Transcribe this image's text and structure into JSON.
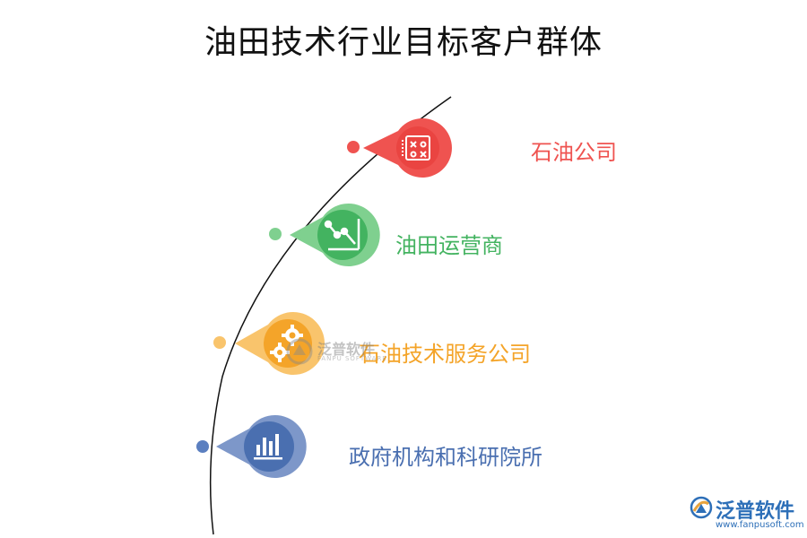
{
  "title": "油田技术行业目标客户群体",
  "items": [
    {
      "label": "石油公司",
      "color": "#ef5350",
      "light": "#f58b85",
      "icon": "strategy-board-icon"
    },
    {
      "label": "油田运营商",
      "color": "#43b360",
      "light": "#7fd08f",
      "icon": "line-chart-icon"
    },
    {
      "label": "石油技术服务公司",
      "color": "#f4a429",
      "light": "#f9c46c",
      "icon": "gears-icon"
    },
    {
      "label": "政府机构和科研院所",
      "color": "#4a6fb0",
      "light": "#7d97c9",
      "icon": "bar-chart-icon"
    }
  ],
  "watermark": {
    "name": "泛普软件",
    "sub": "FANPU SOFTWARE"
  },
  "brand": {
    "name": "泛普软件",
    "url": "www.fanpusoft.com",
    "color": "#2d6fb8"
  }
}
